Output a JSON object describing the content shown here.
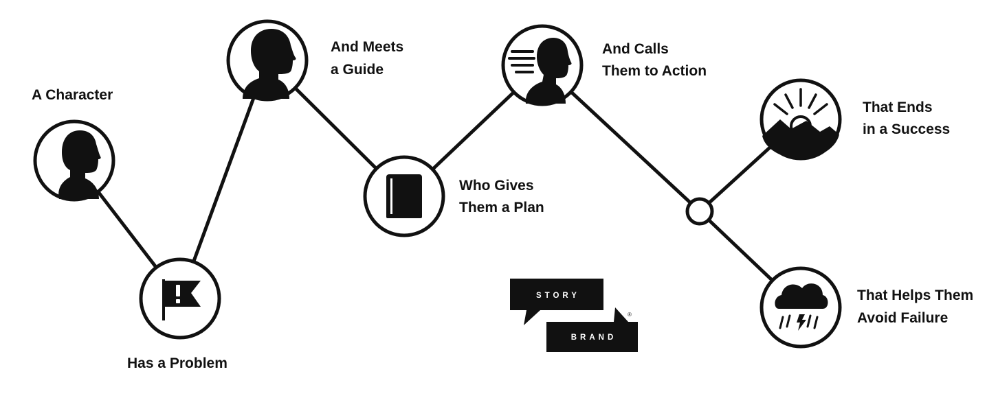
{
  "colors": {
    "ink": "#111111",
    "background": "#ffffff",
    "logo_text": "#ffffff"
  },
  "steps": [
    {
      "id": "character",
      "icon": "profile-silhouette-icon",
      "label_lines": [
        "A Character"
      ]
    },
    {
      "id": "problem",
      "icon": "warning-flag-icon",
      "label_lines": [
        "Has a Problem"
      ]
    },
    {
      "id": "guide",
      "icon": "guide-profile-icon",
      "label_lines": [
        "And Meets",
        "a Guide"
      ]
    },
    {
      "id": "plan",
      "icon": "book-icon",
      "label_lines": [
        "Who Gives",
        "Them a Plan"
      ]
    },
    {
      "id": "action",
      "icon": "running-person-icon",
      "label_lines": [
        "And Calls",
        "Them to Action"
      ]
    },
    {
      "id": "success",
      "icon": "sunrise-mountains-icon",
      "label_lines": [
        "That Ends",
        "in a Success"
      ]
    },
    {
      "id": "failure",
      "icon": "storm-cloud-icon",
      "label_lines": [
        "That Helps Them",
        "Avoid Failure"
      ]
    }
  ],
  "logo": {
    "top_word": "STORY",
    "bottom_word": "BRAND",
    "registered_mark": "®"
  }
}
